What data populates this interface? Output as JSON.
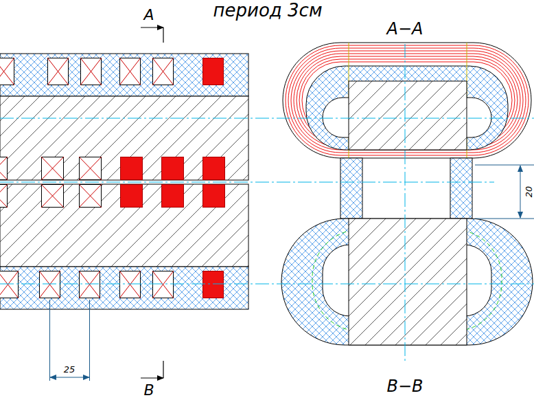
{
  "diagram": {
    "title": "период 3см",
    "labels": [
      "A",
      "A−A",
      "20",
      "25",
      "B",
      "B−B"
    ]
  }
}
